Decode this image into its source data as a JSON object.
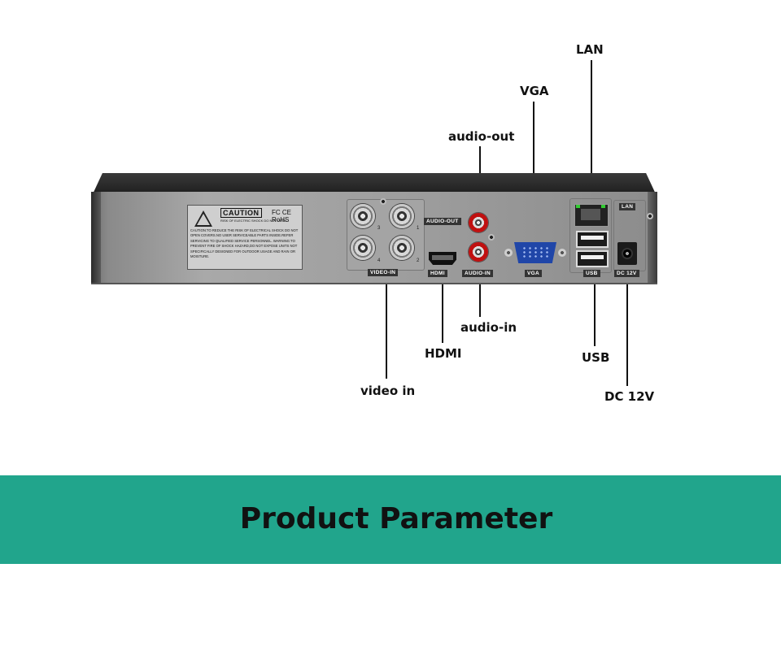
{
  "callouts": {
    "lan": "LAN",
    "vga": "VGA",
    "audio_out": "audio-out",
    "audio_in": "audio-in",
    "hdmi": "HDMI",
    "usb": "USB",
    "video_in": "video in",
    "dc_12v": "DC 12V"
  },
  "panel_labels": {
    "caution_title": "CAUTION",
    "caution_sub": "RISK OF ELECTRIC SHOCK DO NOT OPEN",
    "fcc": "FC CE",
    "rohs": "RoHS",
    "caution_text": "CAUTION:TO REDUCE THE RISK OF ELECTRICAL SHOCK DO NOT OPEN COVERS.NO USER SERVICEABLE PARTS INSIDE.REFER SERVICING TO QUALIFIED SERVICE PERSONNEL. WARNING:TO PREVENT FIRE OF SHOCK HAZARD,DO NOT EXPOSE UNITS NOT SPECIFICALLY DESIGNED FOR OUTDOOR USAGE AND RAIN OR MOISTURE.",
    "video_in": "VIDEO-IN",
    "audio_out": "AUDIO-OUT",
    "audio_in": "AUDIO-IN",
    "hdmi": "HDMI",
    "vga": "VGA",
    "usb": "USB",
    "lan": "LAN",
    "dc": "DC 12V",
    "ch1": "1",
    "ch2": "2",
    "ch3": "3",
    "ch4": "4"
  },
  "banner": {
    "title": "Product Parameter",
    "color": "#21a58c"
  }
}
